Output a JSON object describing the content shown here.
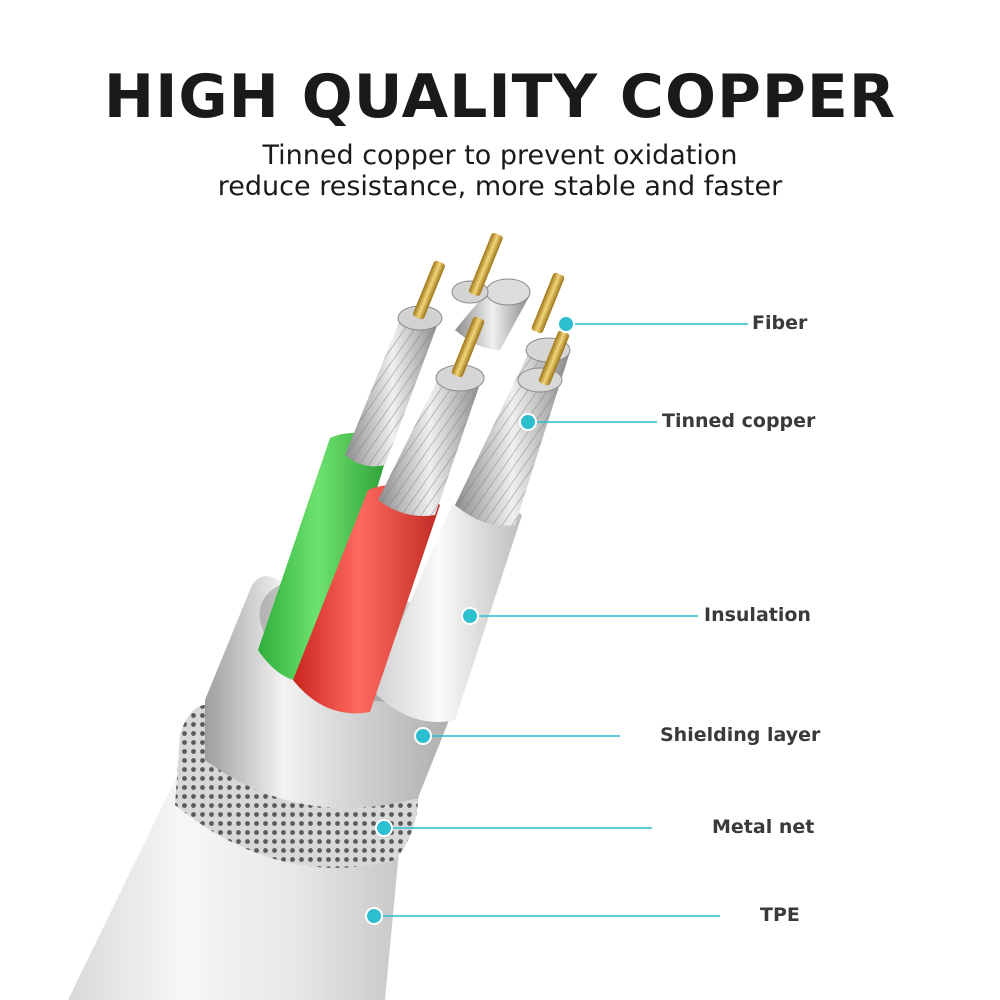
{
  "header": {
    "title": "HIGH QUALITY COPPER",
    "subtitle_line1": "Tinned copper to prevent oxidation",
    "subtitle_line2": "reduce resistance, more stable and faster"
  },
  "colors": {
    "accent": "#2bbfcf",
    "green_insulation": "#3fc94a",
    "red_insulation": "#e8362f",
    "white_insulation": "#e9e9e9",
    "copper": "#c9a33a",
    "tinned": "#cfcfcf"
  },
  "callouts": [
    {
      "id": "fiber",
      "label": "Fiber"
    },
    {
      "id": "tinned-copper",
      "label": "Tinned copper"
    },
    {
      "id": "insulation",
      "label": "Insulation"
    },
    {
      "id": "shielding-layer",
      "label": "Shielding layer"
    },
    {
      "id": "metal-net",
      "label": "Metal net"
    },
    {
      "id": "tpe",
      "label": "TPE"
    }
  ]
}
